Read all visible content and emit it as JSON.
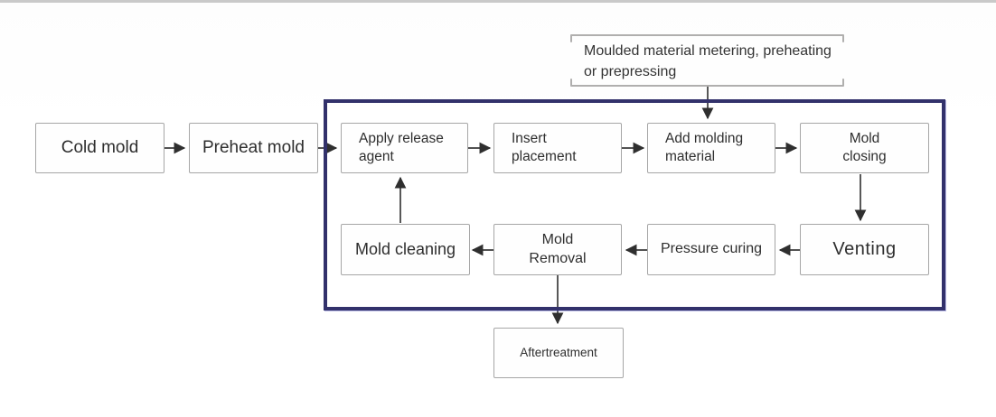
{
  "diagram": {
    "title_hint": "compression molding process flowchart",
    "colors": {
      "container_border": "#32316b",
      "node_border": "#a6a6a6",
      "node_fill": "#fefefe",
      "arrow": "#2f2f2f",
      "bracket": "#b0afae",
      "text": "#2e2e2e",
      "top_rule": "#c9c9c9"
    },
    "nodes": {
      "cold_mold": {
        "label": "Cold mold"
      },
      "preheat_mold": {
        "label": "Preheat mold"
      },
      "apply_release_agent": {
        "label": "Apply release\nagent"
      },
      "insert_placement": {
        "label": "Insert\nplacement"
      },
      "add_molding_material": {
        "label": "Add molding\nmaterial"
      },
      "mold_closing": {
        "label": "Mold\nclosing"
      },
      "venting": {
        "label": "Venting"
      },
      "pressure_curing": {
        "label": "Pressure curing"
      },
      "mold_removal": {
        "label": "Mold\nRemoval"
      },
      "mold_cleaning": {
        "label": "Mold cleaning"
      },
      "aftertreatment": {
        "label": "Aftertreatment"
      },
      "material_prep": {
        "label": "Moulded material metering, preheating\nor prepressing"
      }
    },
    "edges": [
      "cold_mold -> preheat_mold",
      "preheat_mold -> apply_release_agent",
      "apply_release_agent -> insert_placement",
      "insert_placement -> add_molding_material",
      "add_molding_material -> mold_closing",
      "mold_closing -> venting",
      "venting -> pressure_curing",
      "pressure_curing -> mold_removal",
      "mold_removal -> mold_cleaning",
      "mold_cleaning -> apply_release_agent",
      "material_prep -> add_molding_material",
      "mold_removal -> aftertreatment"
    ]
  }
}
